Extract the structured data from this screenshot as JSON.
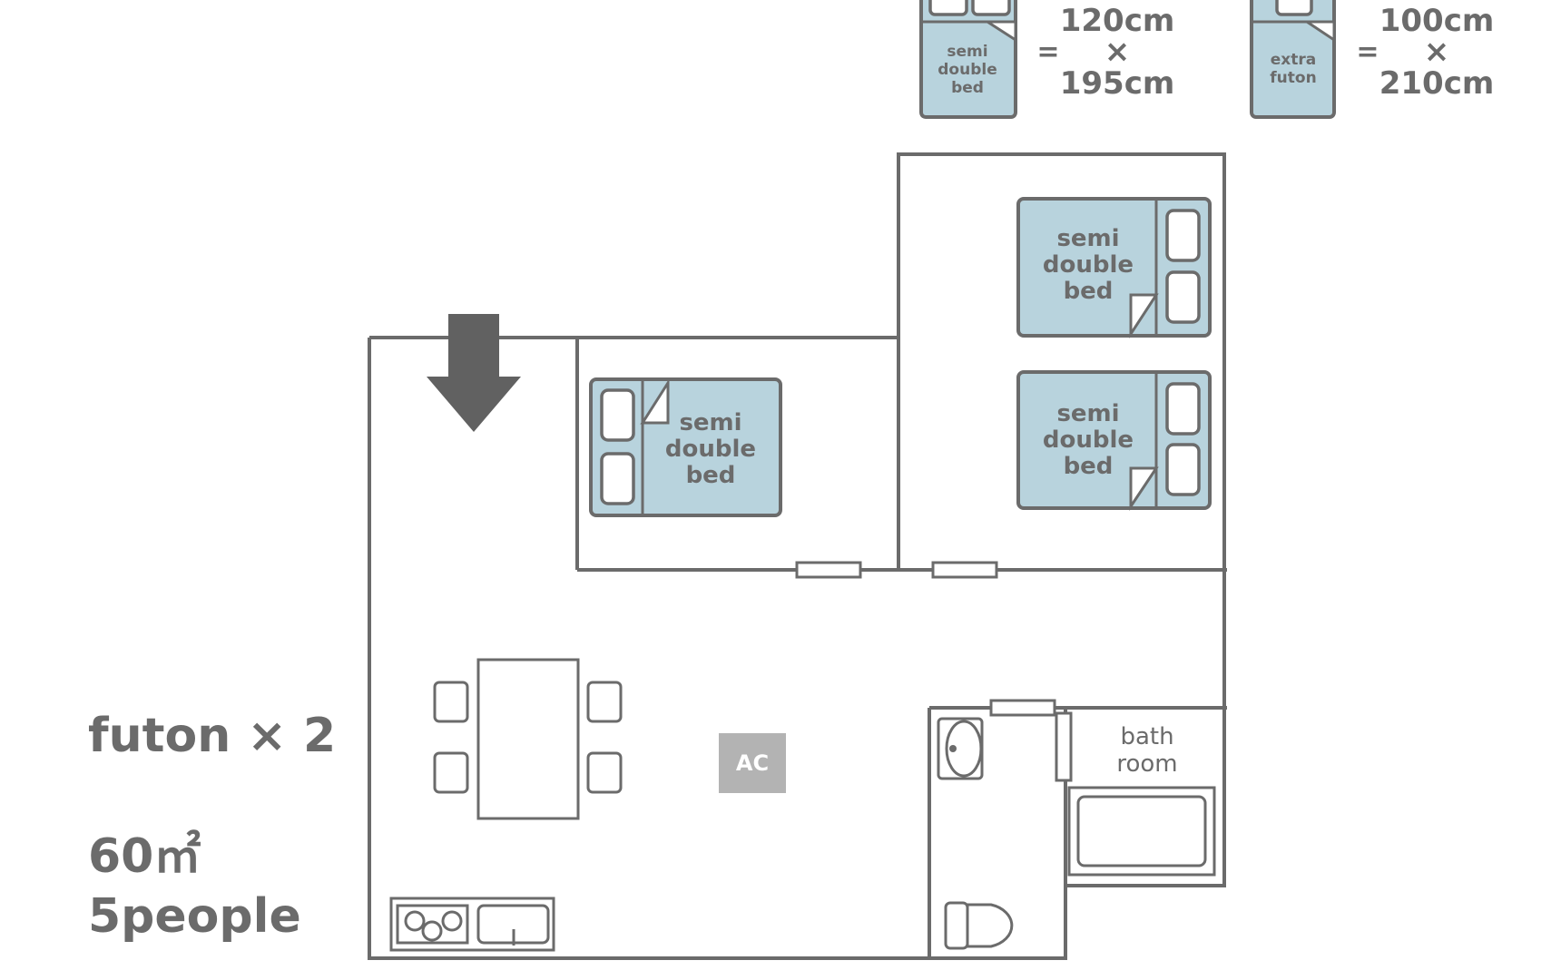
{
  "legend": {
    "semi_double": {
      "label": [
        "semi",
        "double",
        "bed"
      ],
      "equals": "=",
      "width": "120cm",
      "times": "×",
      "length": "195cm"
    },
    "extra_futon": {
      "label": [
        "extra",
        "futon"
      ],
      "equals": "=",
      "width": "100cm",
      "times": "×",
      "length": "210cm"
    }
  },
  "beds": [
    {
      "label": [
        "semi",
        "double",
        "bed"
      ]
    },
    {
      "label": [
        "semi",
        "double",
        "bed"
      ]
    },
    {
      "label": [
        "semi",
        "double",
        "bed"
      ]
    }
  ],
  "rooms": {
    "bathroom": [
      "bath",
      "room"
    ]
  },
  "ac_label": "AC",
  "info": {
    "futon": "futon × 2",
    "area": "60㎡",
    "capacity": "5people"
  },
  "colors": {
    "wall": "#6b6b6b",
    "bed_fill": "#b8d3dd",
    "ac_fill": "#b3b3b3"
  }
}
